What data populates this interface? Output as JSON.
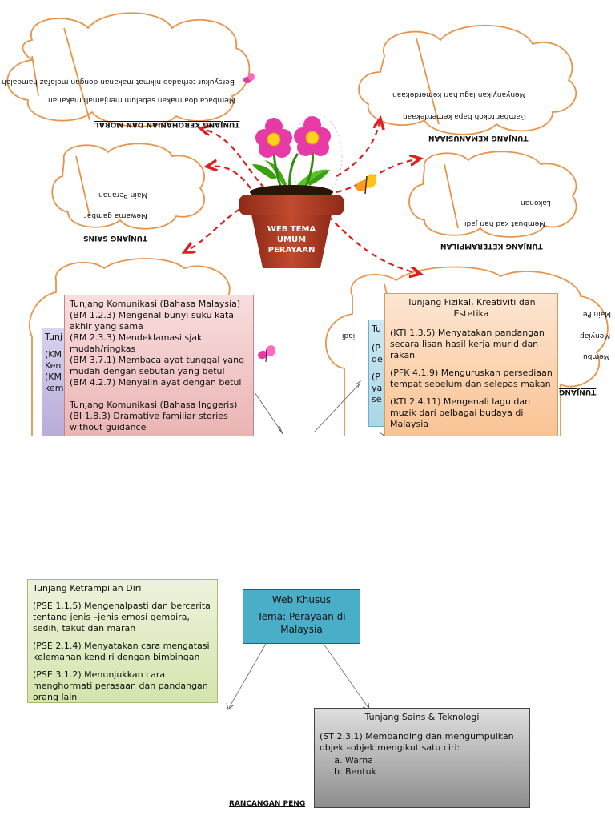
{
  "pot_label": "WEB TEMA UMUM PERAYAAN",
  "clouds": {
    "moral": {
      "title": "TUNJANG KEROHANIAN DAN MORAL",
      "items": [
        "Membaca doa makan sebelum menjamah makanan",
        "Bersyukur terhadap nikmat makanan dengan melafaz hamdalah"
      ]
    },
    "kemanusiaan": {
      "title": "TUNJANG KEMANUSIAAN",
      "items": [
        "Gambar tokoh bapa kemerdekaan",
        "Menyanyikan lagu hari kemerdekaan"
      ]
    },
    "sains": {
      "title": "TUNJANG SAINS",
      "items": [
        "Mewarna gambar",
        "Main Peranan"
      ]
    },
    "keterampilan": {
      "title": "TUNJANG KETERAMPILAN",
      "items": [
        "Membuat kad hari jadi",
        "Lakonan"
      ]
    },
    "left_bottom": {
      "items": []
    },
    "right_bottom": {
      "title": "TUNJANG",
      "items": [
        "Main Pe",
        "Menyiap",
        "Membu"
      ]
    }
  },
  "boxes": {
    "komunikasi": {
      "title": "Tunjang Komunikasi (Bahasa Malaysia)",
      "lines": [
        "(BM 1.2.3) Mengenal bunyi suku kata akhir yang sama",
        "(BM 2.3.3) Mendeklamasi sjak mudah/ringkas",
        "(BM 3.7.1) Membaca ayat tunggal yang mudah dengan sebutan yang betul",
        "(BM 4.2.7) Menyalin ayat dengan betul"
      ],
      "title2": "Tunjang Komunikasi (Bahasa Inggeris)",
      "lines2": [
        "(BI 1.8.3) Dramative familiar stories without guidance"
      ]
    },
    "left_partial": {
      "lines": [
        "Tunj",
        "(KM",
        "Ken",
        "(KM",
        "kem"
      ]
    },
    "mid_partial": {
      "lines": [
        "Tu",
        "(P",
        "de",
        "(P",
        "ya",
        "se"
      ]
    },
    "fizikal": {
      "title": "Tunjang Fizikal, Kreativiti dan Estetika",
      "items": [
        "(KTI 1.3.5) Menyatakan pandangan secara lisan hasil kerja murid dan rakan",
        "(PFK 4.1.9) Menguruskan persediaan tempat sebelum dan selepas makan",
        "(KTI 2.4.11) Mengenali lagu dan muzik dari pelbagai budaya di Malaysia"
      ]
    },
    "ketrampilan_diri": {
      "title": "Tunjang Ketrampilan Diri",
      "items": [
        "(PSE 1.1.5) Mengenalpasti dan bercerita tentang jenis –jenis emosi gembira, sedih, takut dan marah",
        "(PSE 2.1.4) Menyatakan cara mengatasi kelemahan kendiri dengan bimbingan",
        "(PSE 3.1.2) Menunjukkan cara menghormati perasaan dan pandangan orang lain"
      ]
    },
    "web_khusus": {
      "title": "Web Khusus",
      "subtitle": "Tema: Perayaan di Malaysia"
    },
    "sains_teknologi": {
      "title": "Tunjang Sains & Teknologi",
      "intro": "(ST 2.3.1) Membanding dan mengumpulkan objek –objek mengikut satu ciri:",
      "list": [
        "Warna",
        "Bentuk"
      ]
    }
  },
  "footer": "RANCANGAN PENG",
  "colors": {
    "cloud_stroke": "#e8944a",
    "arrow_red": "#e02020",
    "pot": "#b5402a",
    "flower_pink": "#e83aa6",
    "komunikasi_bg": "#f2c6c6",
    "fizikal_bg": "#fbd2a8",
    "ketrampilan_bg": "#e3edc7",
    "web_khusus_bg": "#4aaec8",
    "sains_bg": "#b9b9b9"
  }
}
